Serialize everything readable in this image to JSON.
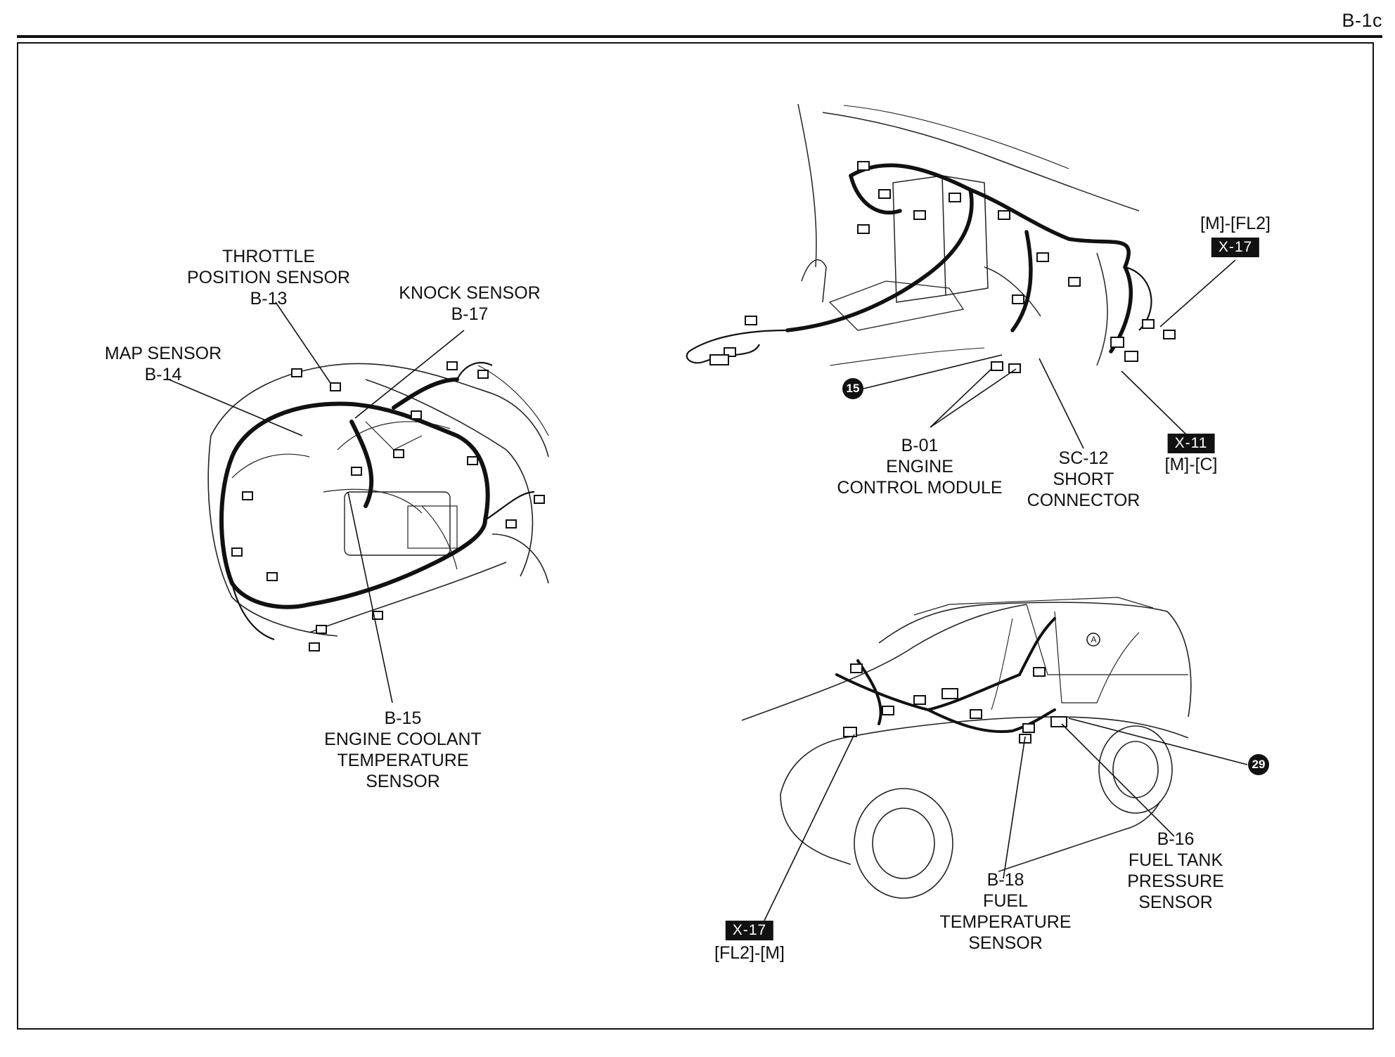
{
  "page_code": "B-1c",
  "engine_labels": {
    "throttle": [
      "THROTTLE",
      "POSITION SENSOR",
      "B-13"
    ],
    "knock": [
      "KNOCK SENSOR",
      "B-17"
    ],
    "map": [
      "MAP SENSOR",
      "B-14"
    ],
    "coolant": [
      "B-15",
      "ENGINE COOLANT",
      "TEMPERATURE",
      "SENSOR"
    ]
  },
  "dash_labels": {
    "fl2_connector": {
      "terms": "[M]-[FL2]",
      "tag": "X-17"
    },
    "c_connector": {
      "tag": "X-11",
      "terms": "[M]-[C]"
    },
    "ground_15": "15",
    "ecm": [
      "B-01",
      "ENGINE",
      "CONTROL MODULE"
    ],
    "short_connector": [
      "SC-12",
      "SHORT",
      "CONNECTOR"
    ]
  },
  "body_labels": {
    "ground_29": "29",
    "x17_bottom": {
      "tag": "X-17",
      "terms": "[FL2]-[M]"
    },
    "fuel_temp": [
      "B-18",
      "FUEL",
      "TEMPERATURE",
      "SENSOR"
    ],
    "fuel_tank": [
      "B-16",
      "FUEL TANK",
      "PRESSURE",
      "SENSOR"
    ],
    "circle_a": "A"
  }
}
